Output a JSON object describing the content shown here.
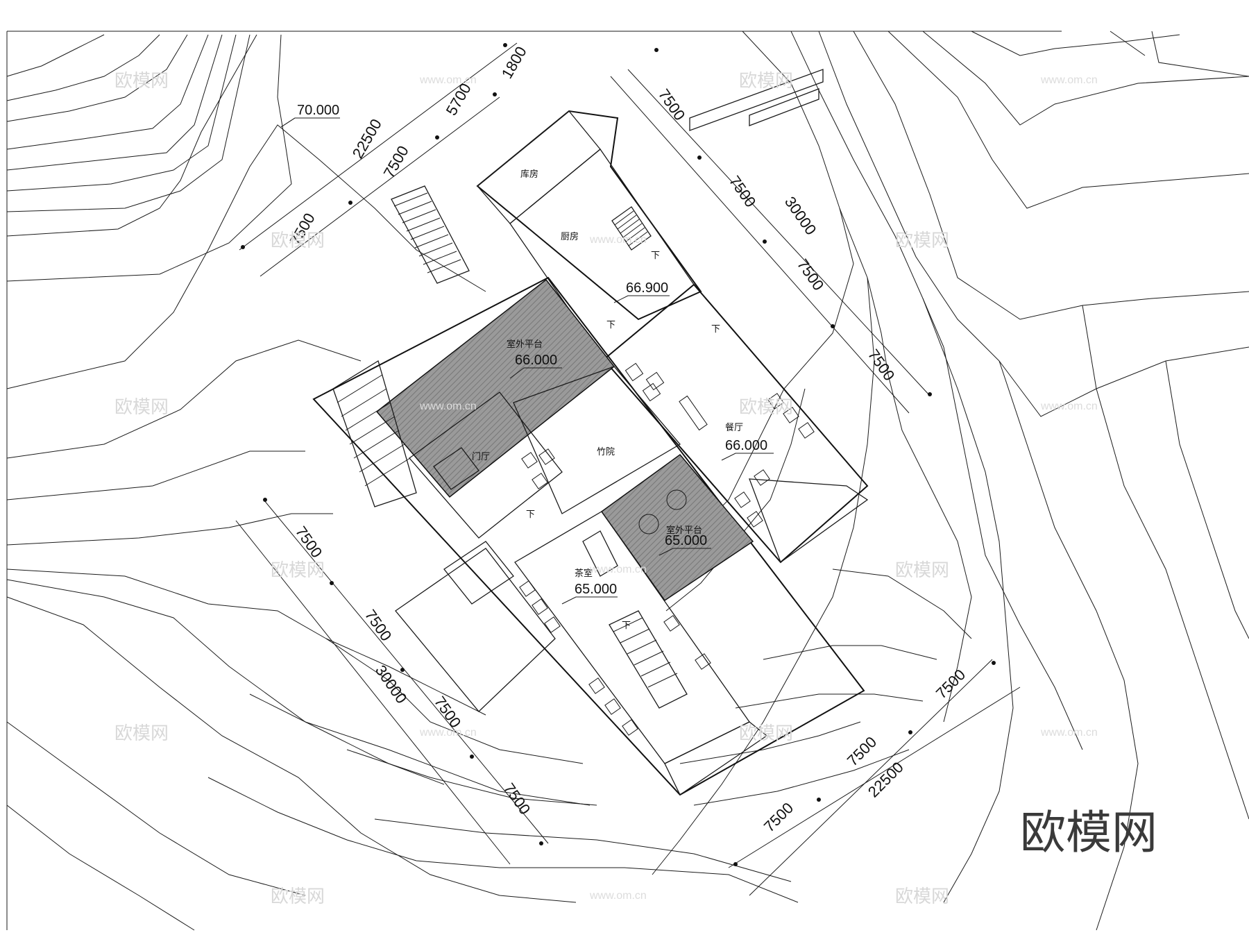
{
  "rooms": {
    "storage": "库房",
    "kitchen": "厨房",
    "terrace_north": "室外平台",
    "lobby": "门厅",
    "bamboo_court": "竹院",
    "dining": "餐厅",
    "terrace_south": "室外平台",
    "tea_room": "茶室"
  },
  "elevations": {
    "site": "70.000",
    "kitchen": "66.900",
    "terrace_north": "66.000",
    "dining": "66.000",
    "terrace_south": "65.000",
    "tea_room": "65.000"
  },
  "dimensions": {
    "nw_total": "22500",
    "nw_a": "7500",
    "nw_b": "7500",
    "nw_c": "5700",
    "nw_d": "1800",
    "ne_a": "7500",
    "ne_b": "7500",
    "ne_c": "7500",
    "ne_d": "7500",
    "ne_total": "30000",
    "sw_a": "7500",
    "sw_b": "7500",
    "sw_c": "7500",
    "sw_d": "7500",
    "sw_total": "30000",
    "se_a": "7500",
    "se_b": "7500",
    "se_c": "7500",
    "se_total": "22500"
  },
  "stair_down": "下",
  "watermark": {
    "text": "欧模网",
    "url": "www.om.cn"
  },
  "brand_logo": "欧模网"
}
